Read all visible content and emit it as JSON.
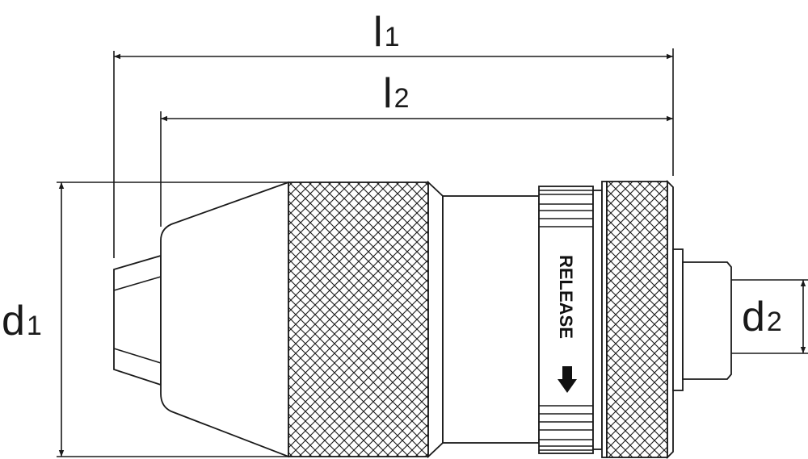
{
  "title": "Keyless drill chuck dimension drawing",
  "dimensions": {
    "l1": {
      "letter": "l",
      "sub": "1"
    },
    "l2": {
      "letter": "l",
      "sub": "2"
    },
    "d1": {
      "letter": "d",
      "sub": "1"
    },
    "d2": {
      "letter": "d",
      "sub": "2"
    }
  },
  "sleeve_label": "RELEASE",
  "colors": {
    "line": "#1a1a1a",
    "background": "#ffffff"
  }
}
